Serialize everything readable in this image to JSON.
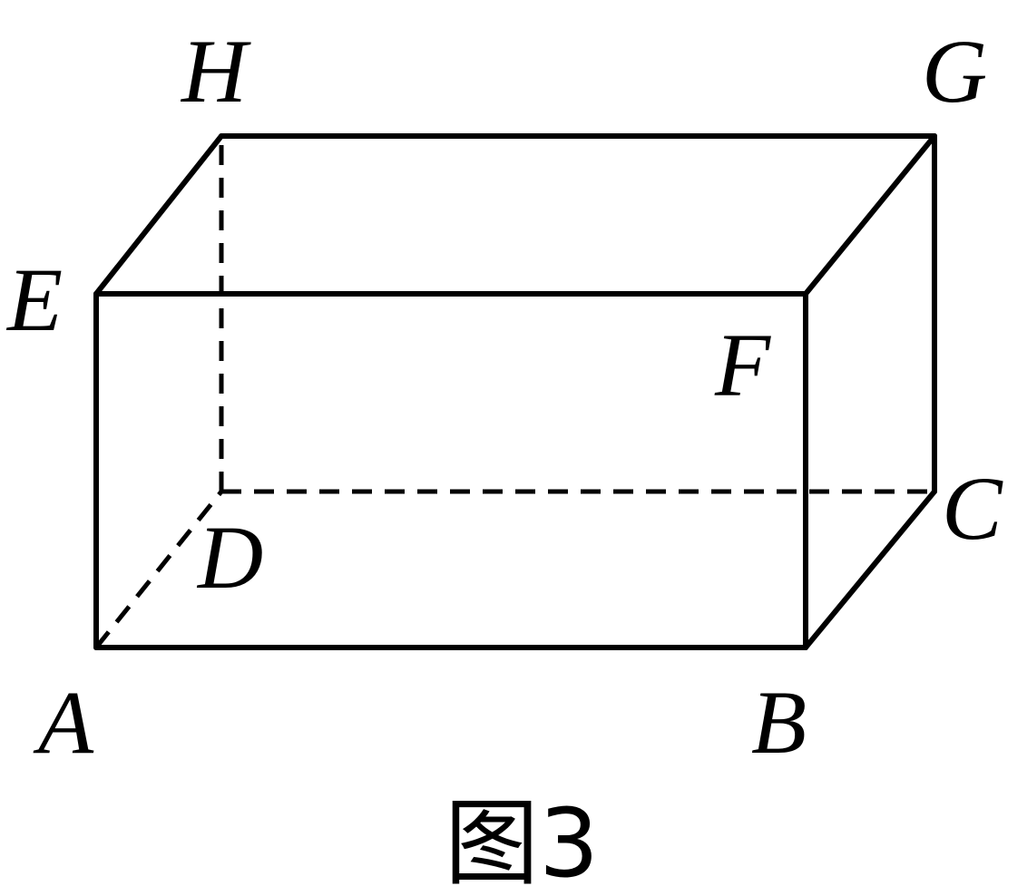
{
  "labels": {
    "A": "A",
    "B": "B",
    "C": "C",
    "D": "D",
    "E": "E",
    "F": "F",
    "G": "G",
    "H": "H"
  },
  "caption": "图3"
}
